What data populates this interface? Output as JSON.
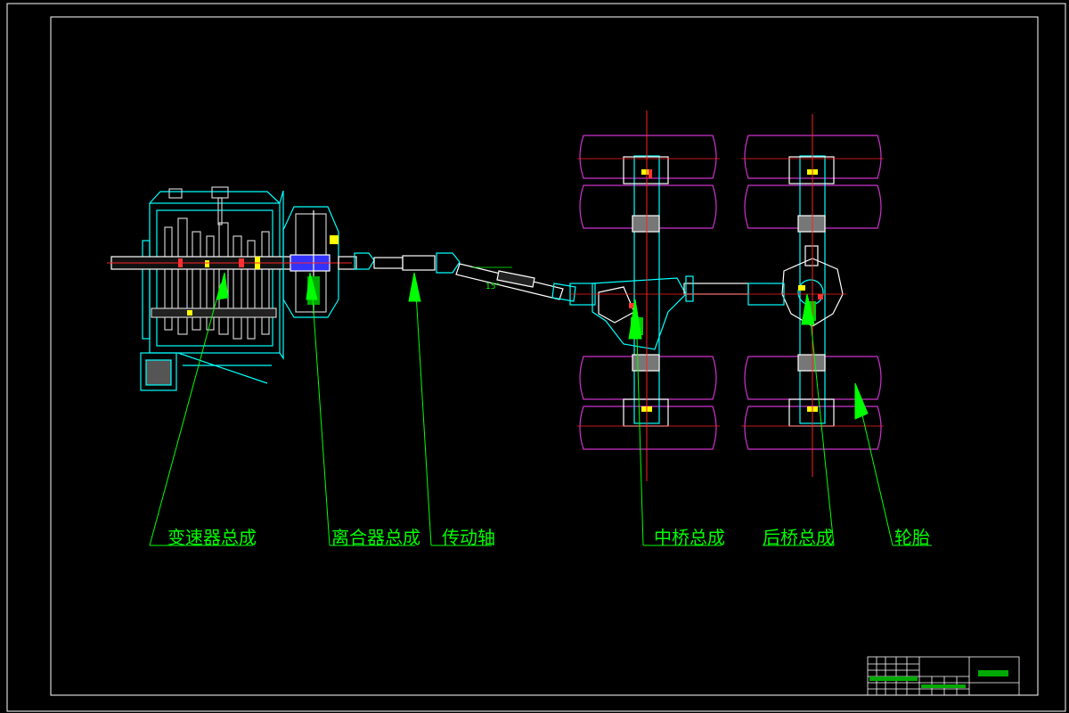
{
  "labels": {
    "transmission": "变速器总成",
    "clutch": "离合器总成",
    "driveshaft": "传动轴",
    "middle_axle": "中桥总成",
    "rear_axle": "后桥总成",
    "tire": "轮胎"
  },
  "angle_label": "15°",
  "colors": {
    "background": "#000000",
    "frame": "#ffffff",
    "label": "#00ff00",
    "part": "#00ffff",
    "tire": "#cc33cc",
    "centerline": "#ff2222",
    "accent_yellow": "#ffff00",
    "accent_red": "#ff3333"
  }
}
